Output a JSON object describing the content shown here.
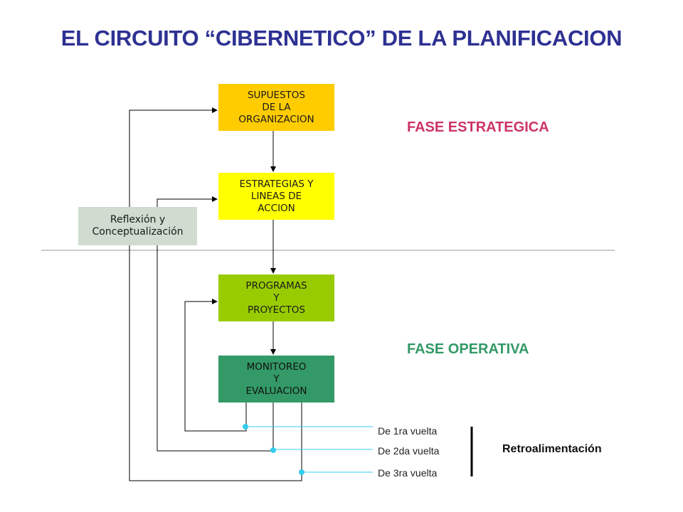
{
  "title": "EL CIRCUITO “CIBERNETICO” DE LA PLANIFICACION",
  "boxes": {
    "supuestos": "SUPUESTOS\nDE LA\nORGANIZACION",
    "estrategias": "ESTRATEGIAS Y\nLINEAS DE\nACCION",
    "programas": "PROGRAMAS\nY\nPROYECTOS",
    "monitoreo": "MONITOREO\nY\nEVALUACION",
    "reflexion": "Reflexión y\nConceptualización"
  },
  "phases": {
    "estrategica": "FASE ESTRATEGICA",
    "operativa": "FASE  OPERATIVA"
  },
  "loops": {
    "primera": "De 1ra vuelta",
    "segunda": "De 2da vuelta",
    "tercera": "De 3ra  vuelta"
  },
  "feedback_label": "Retroalimentación",
  "colors": {
    "supuestos": "#ffcc00",
    "estrategias": "#ffff00",
    "programas": "#99cc00",
    "monitoreo": "#339966",
    "reflexion": "#cfdccf",
    "title": "#2e3192",
    "estrategica": "#cc3366",
    "operativa": "#339966",
    "loop_line": "#33ccee"
  }
}
